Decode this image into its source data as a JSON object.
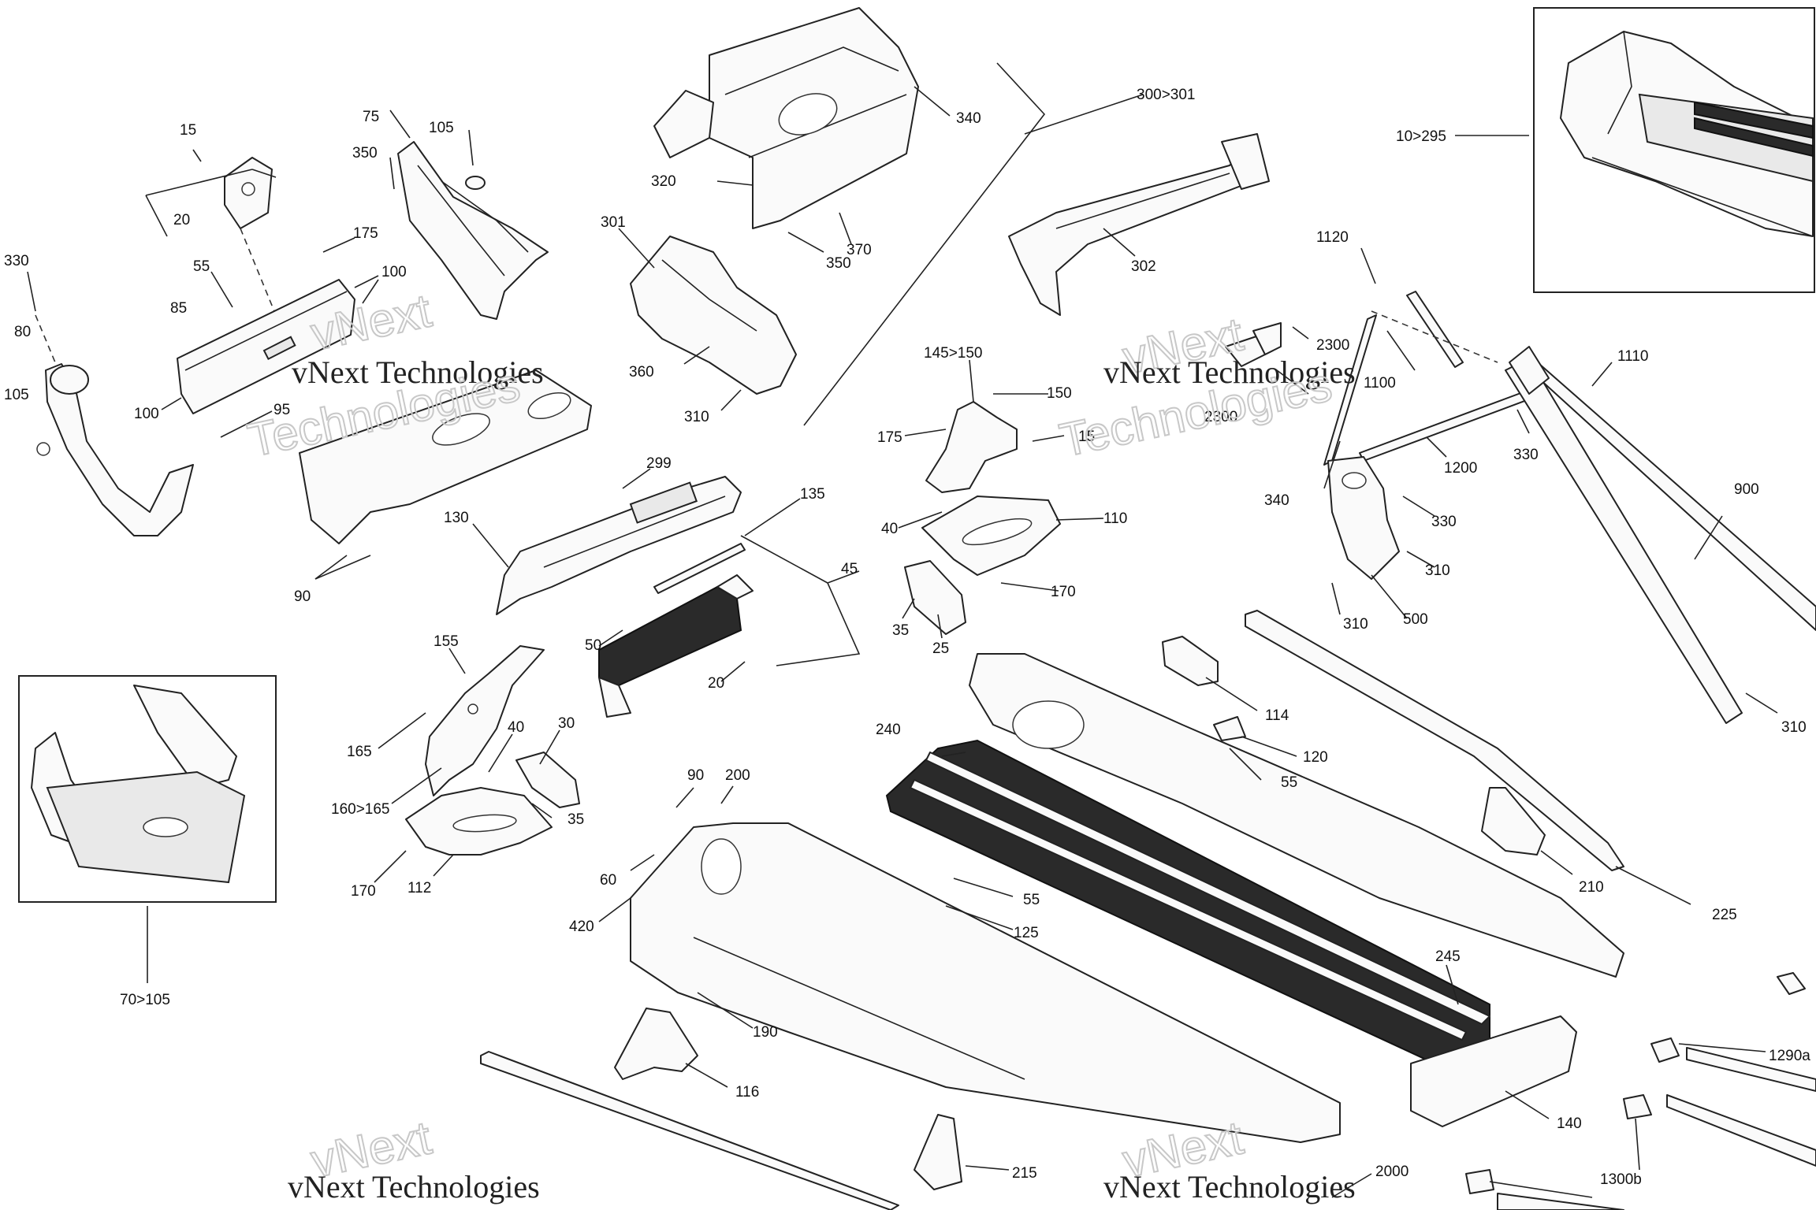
{
  "diagram": {
    "callouts": {
      "c15": "15",
      "c20a": "20",
      "c75": "75",
      "c105a": "105",
      "c350a": "350",
      "c330a": "330",
      "c80": "80",
      "c105b": "105",
      "c175a": "175",
      "c55a": "55",
      "c85": "85",
      "c100a": "100",
      "c100b": "100",
      "c95": "95",
      "c90": "90",
      "c340a": "340",
      "c320": "320",
      "c350b": "350",
      "c370": "370",
      "c301": "301",
      "c360": "360",
      "c310a": "310",
      "c300": "300>301",
      "c302": "302",
      "c10": "10>295",
      "c1120": "1120",
      "c2300a": "2300",
      "c2300b": "2300",
      "c1100": "1100",
      "c1110": "1110",
      "c340b": "340",
      "c1200": "1200",
      "c330b": "330",
      "c330c": "330",
      "c310b": "310",
      "c310c": "310",
      "c500": "500",
      "c900": "900",
      "c310d": "310",
      "c145": "145>150",
      "c150": "150",
      "c175b": "175",
      "c15b": "15",
      "c40a": "40",
      "c110": "110",
      "c170a": "170",
      "c35a": "35",
      "c25": "25",
      "c299": "299",
      "c130": "130",
      "c135": "135",
      "c45": "45",
      "c50": "50",
      "c20b": "20",
      "c155": "155",
      "c165": "165",
      "c40b": "40",
      "c30": "30",
      "c160": "160>165",
      "c35b": "35",
      "c170b": "170",
      "c112": "112",
      "c70": "70>105",
      "c114": "114",
      "c120": "120",
      "c55b": "55",
      "c240": "240",
      "c210": "210",
      "c225": "225",
      "c90b": "90",
      "c200": "200",
      "c60": "60",
      "c420": "420",
      "c55c": "55",
      "c125": "125",
      "c190": "190",
      "c116": "116",
      "c245": "245",
      "c140": "140",
      "c1290a": "1290a",
      "c1300b": "1300b",
      "c2000": "2000",
      "c215": "215"
    },
    "watermark": {
      "brand": "vNext",
      "text": "vNext Technologies",
      "sub": "Technologies"
    }
  }
}
